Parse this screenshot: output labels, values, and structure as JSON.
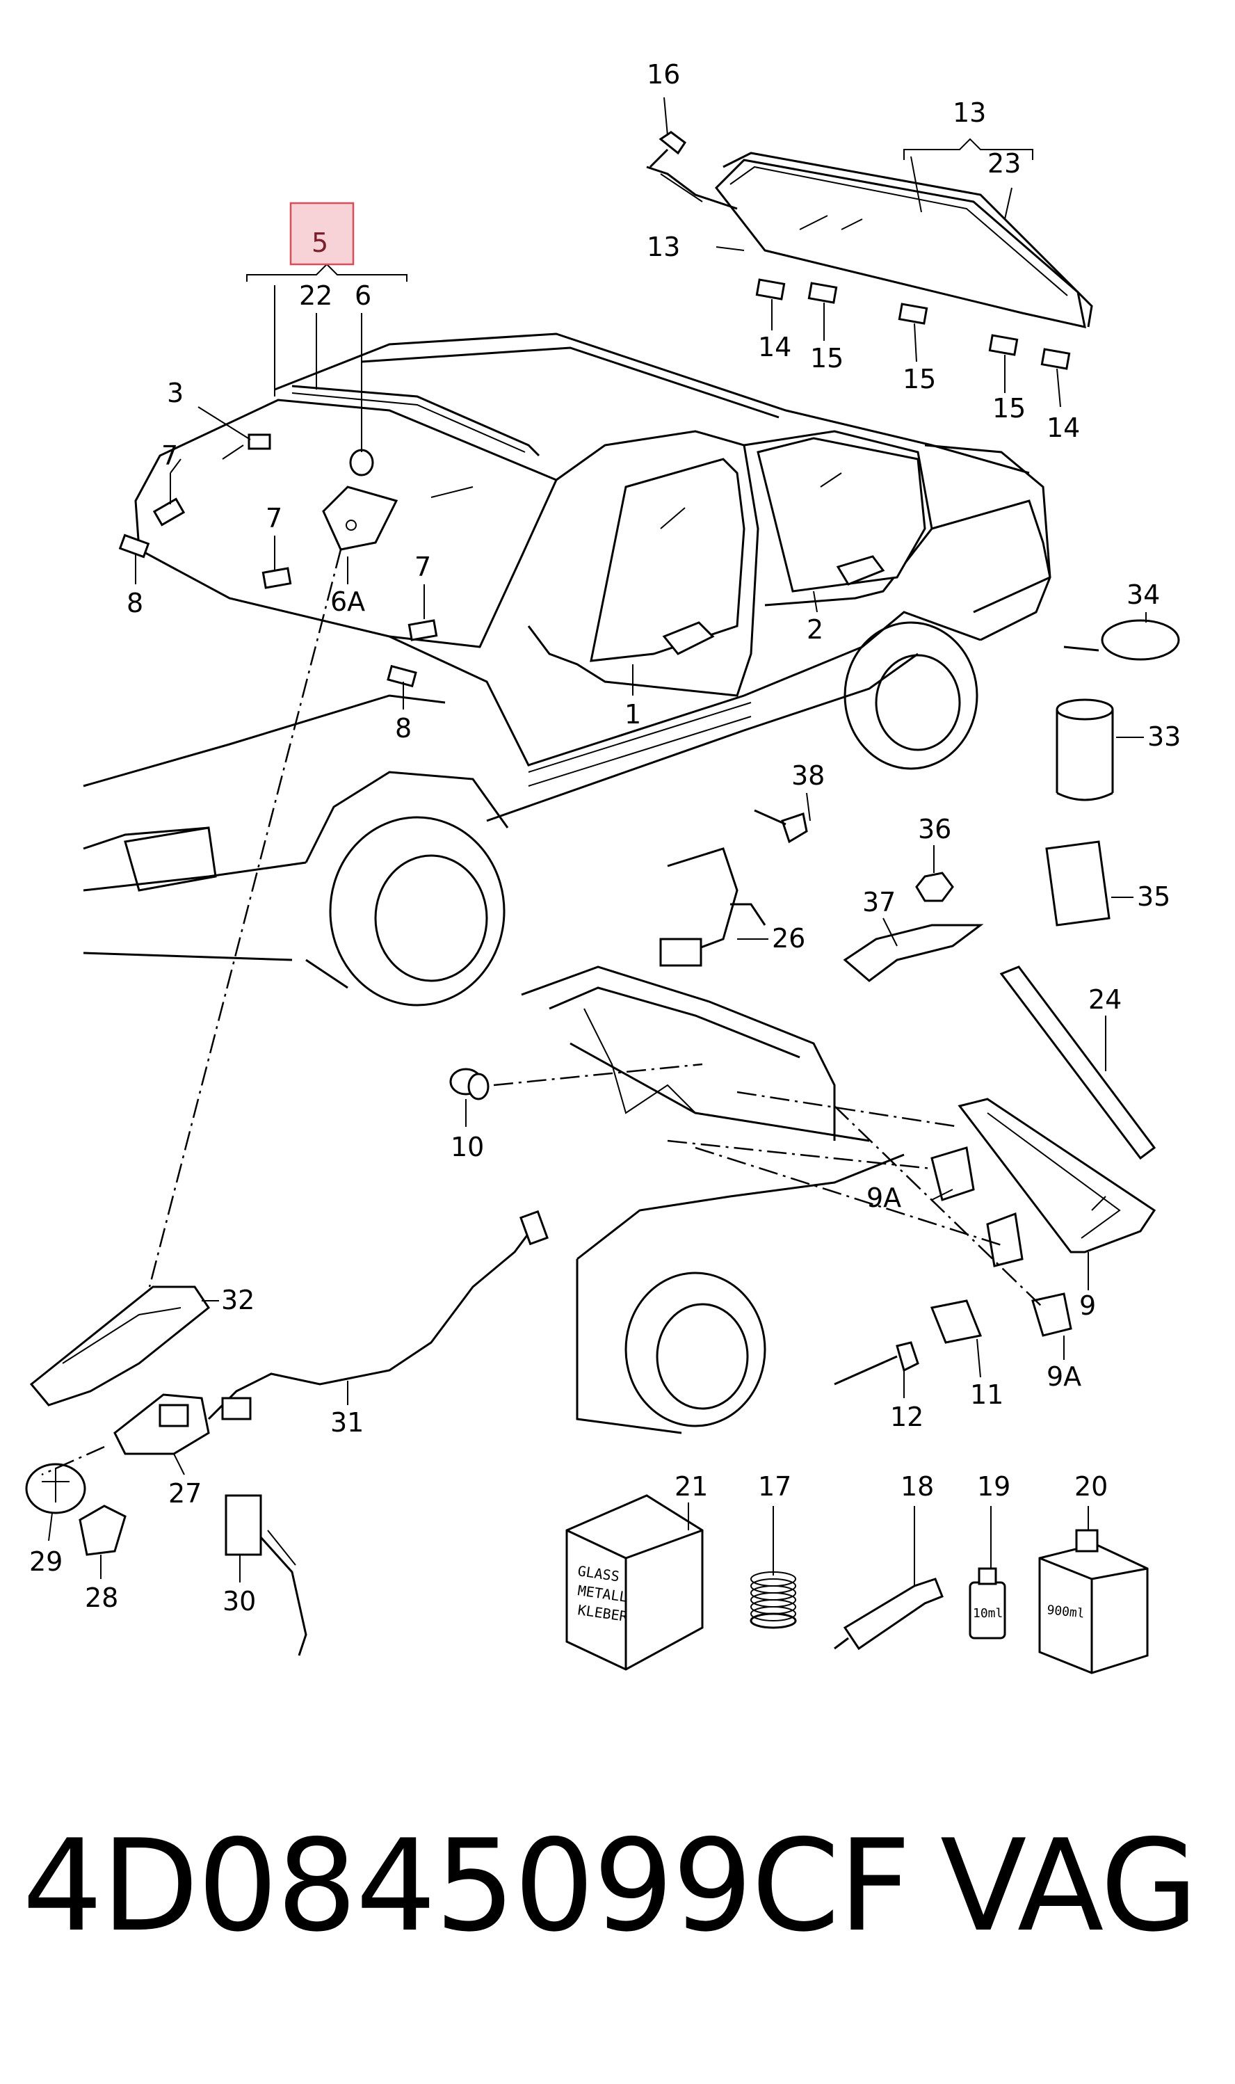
{
  "callouts": {
    "c1": "1",
    "c2": "2",
    "c3": "3",
    "c5": "5",
    "c6": "6",
    "c6A": "6A",
    "c7a": "7",
    "c7b": "7",
    "c7c": "7",
    "c8a": "8",
    "c8b": "8",
    "c9": "9",
    "c9Aa": "9A",
    "c9Ab": "9A",
    "c10": "10",
    "c11": "11",
    "c12": "12",
    "c13a": "13",
    "c13b": "13",
    "c14a": "14",
    "c14b": "14",
    "c15a": "15",
    "c15b": "15",
    "c15c": "15",
    "c16": "16",
    "c17": "17",
    "c18": "18",
    "c19": "19",
    "c20": "20",
    "c21": "21",
    "c22": "22",
    "c23": "23",
    "c24": "24",
    "c26": "26",
    "c27": "27",
    "c28": "28",
    "c29": "29",
    "c30": "30",
    "c31": "31",
    "c32": "32",
    "c33": "33",
    "c34": "34",
    "c35": "35",
    "c36": "36",
    "c37": "37",
    "c38": "38"
  },
  "packages": {
    "box_line1": "GLASS",
    "box_line2": "METALL",
    "box_line3": "KLEBER",
    "bottle_small": "10ml",
    "bottle_large": "900ml"
  },
  "footer": {
    "part_number": "4D0845099CF",
    "brand": "VAG"
  },
  "colors": {
    "highlight_fill": "#f7d2d6",
    "highlight_stroke": "#d94c5a",
    "line": "#000000"
  }
}
